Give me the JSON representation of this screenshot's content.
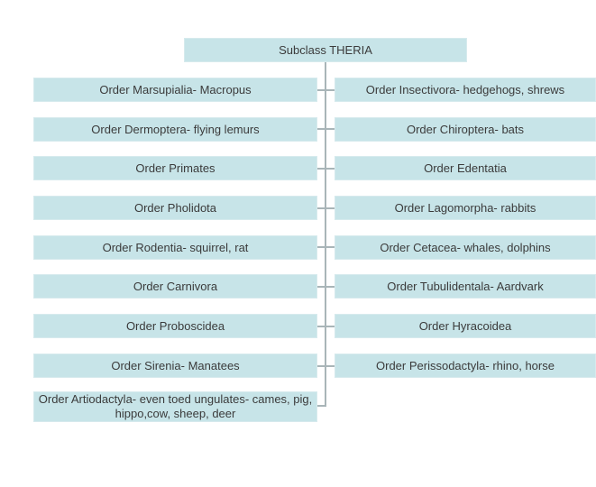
{
  "title": "Subclass THERIA",
  "left_column": [
    "Order Marsupialia- Macropus",
    "Order Dermoptera- flying lemurs",
    "Order Primates",
    "Order Pholidota",
    "Order Rodentia- squirrel, rat",
    "Order Carnivora",
    "Order Proboscidea",
    "Order Sirenia- Manatees",
    "Order Artiodactyla- even toed ungulates- cames, pig, hippo,cow, sheep, deer"
  ],
  "right_column": [
    "Order Insectivora- hedgehogs, shrews",
    "Order Chiroptera- bats",
    "Order Edentatia",
    "Order Lagomorpha- rabbits",
    "Order Cetacea- whales, dolphins",
    "Order Tubulidentala- Aardvark",
    "Order Hyracoidea",
    "Order Perissodactyla- rhino, horse"
  ],
  "colors": {
    "box_fill": "#c7e4e8",
    "connector": "#a9b5b8",
    "text": "#3b3b3b",
    "background": "#ffffff"
  }
}
